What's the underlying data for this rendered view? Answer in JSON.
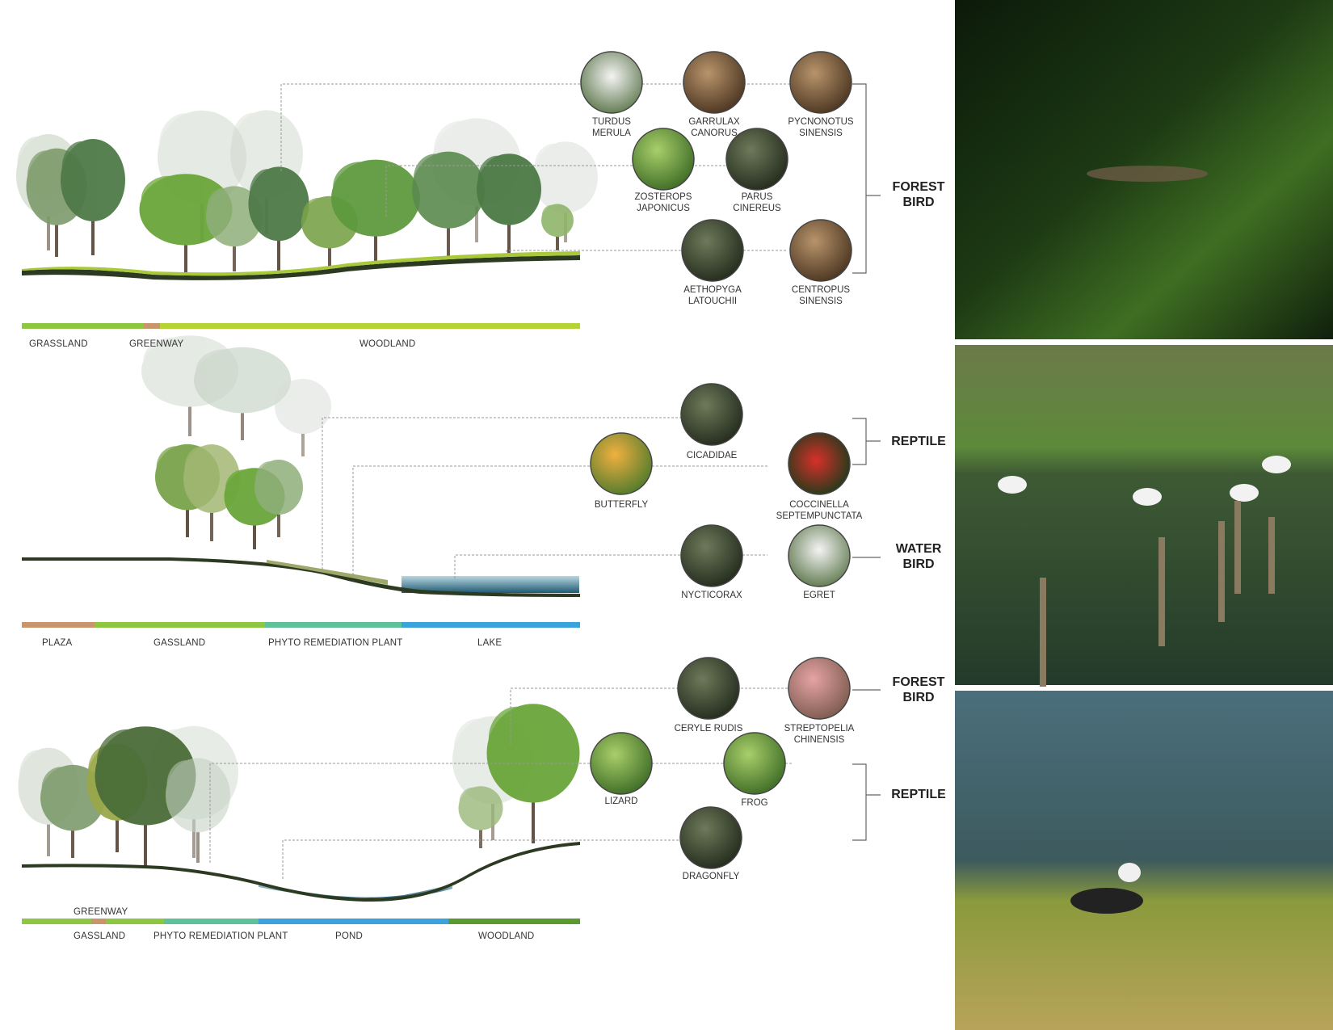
{
  "sections": [
    {
      "zones": [
        "GRASSLAND",
        "GREENWAY",
        "WOODLAND"
      ],
      "species": [
        "TURDUS\nMERULA",
        "GARRULAX\nCANORUS",
        "PYCNONOTUS\nSINENSIS",
        "ZOSTEROPS\nJAPONICUS",
        "PARUS\nCINEREUS",
        "AETHOPYGA\nLATOUCHII",
        "CENTROPUS\nSINENSIS"
      ],
      "groups": [
        "FOREST\nBIRD"
      ]
    },
    {
      "zones": [
        "PLAZA",
        "GASSLAND",
        "PHYTO REMEDIATION PLANT",
        "LAKE"
      ],
      "species": [
        "CICADIDAE",
        "BUTTERFLY",
        "COCCINELLA\nSEPTEMPUNCTATA",
        "NYCTICORAX",
        "EGRET"
      ],
      "groups": [
        "REPTILE",
        "WATER\nBIRD"
      ]
    },
    {
      "zones": [
        "GREENWAY",
        "GASSLAND",
        "PHYTO REMEDIATION PLANT",
        "POND",
        "WOODLAND"
      ],
      "species": [
        "CERYLE RUDIS",
        "STREPTOPELIA\nCHINENSIS",
        "LIZARD",
        "FROG",
        "DRAGONFLY"
      ],
      "groups": [
        "FOREST\nBIRD",
        "REPTILE"
      ]
    }
  ],
  "colors": {
    "grass": "#8dc63f",
    "greenway": "#c8956c",
    "woodland": "#b5d334",
    "phyto": "#5fc19a",
    "water": "#3aa3db",
    "deep_wood": "#5a9a2e"
  }
}
